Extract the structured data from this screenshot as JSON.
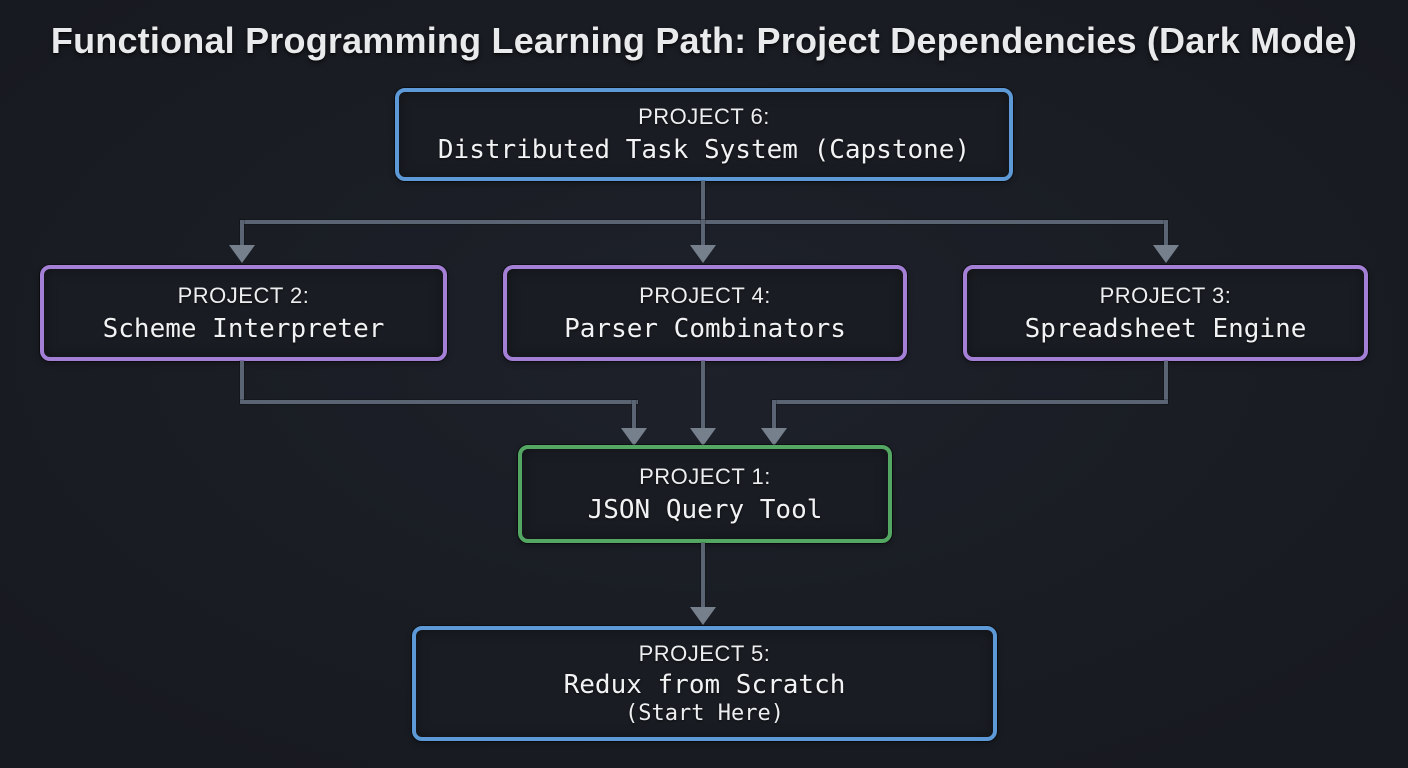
{
  "title": "Functional Programming Learning Path: Project Dependencies (Dark Mode)",
  "nodes": [
    {
      "id": "project-6",
      "label": "PROJECT 6:",
      "name": "Distributed Task System (Capstone)",
      "accent": "#5d99d6"
    },
    {
      "id": "project-2",
      "label": "PROJECT 2:",
      "name": "Scheme Interpreter",
      "accent": "#a47fd6"
    },
    {
      "id": "project-4",
      "label": "PROJECT 4:",
      "name": "Parser Combinators",
      "accent": "#a47fd6"
    },
    {
      "id": "project-3",
      "label": "PROJECT 3:",
      "name": "Spreadsheet Engine",
      "accent": "#a47fd6"
    },
    {
      "id": "project-1",
      "label": "PROJECT 1:",
      "name": "JSON Query Tool",
      "accent": "#53a763"
    },
    {
      "id": "project-5",
      "label": "PROJECT 5:",
      "name": "Redux from Scratch",
      "note": "(Start Here)",
      "accent": "#5d99d6"
    }
  ],
  "edges": [
    {
      "from": "project-6",
      "to": "project-2"
    },
    {
      "from": "project-6",
      "to": "project-4"
    },
    {
      "from": "project-6",
      "to": "project-3"
    },
    {
      "from": "project-2",
      "to": "project-1"
    },
    {
      "from": "project-4",
      "to": "project-1"
    },
    {
      "from": "project-3",
      "to": "project-1"
    },
    {
      "from": "project-1",
      "to": "project-5"
    }
  ],
  "colors": {
    "background": "#1a1d24",
    "node_background": "#191c22",
    "blue_accent": "#5d99d6",
    "purple_accent": "#a47fd6",
    "green_accent": "#53a763",
    "connector_line": "#5a6472",
    "arrowhead": "#76808d",
    "text": "#eceef0",
    "title_text": "#e9eaec"
  }
}
